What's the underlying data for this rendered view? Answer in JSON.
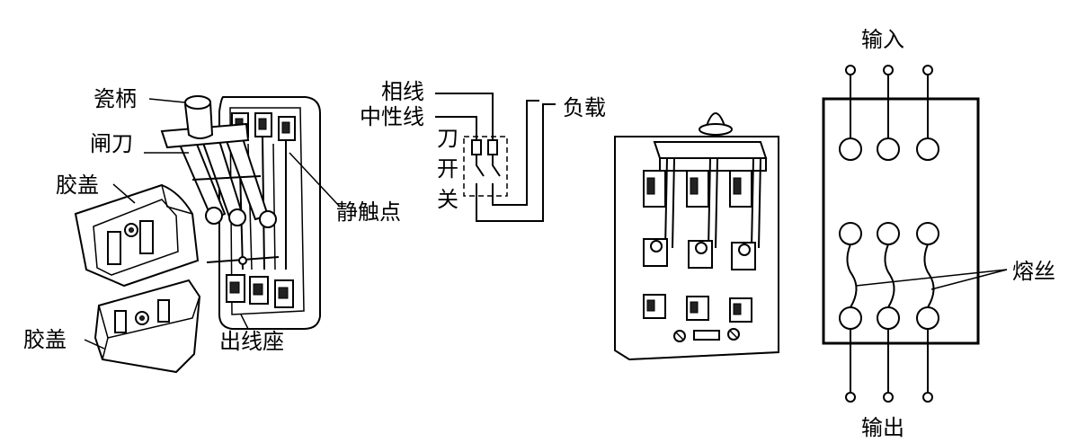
{
  "knife_switch": {
    "porcelain_handle": "瓷柄",
    "blade": "闸刀",
    "top_cover": "胶盖",
    "static_contact": "静触点",
    "bottom_cover": "胶盖",
    "outlet_base": "出线座"
  },
  "schematic": {
    "phase_wire": "相线",
    "neutral_wire": "中性线",
    "load": "负载",
    "switch_chars": [
      "刀",
      "开",
      "关"
    ]
  },
  "fuse_diagram": {
    "input": "输入",
    "output": "输出",
    "fuse": "熔丝"
  }
}
